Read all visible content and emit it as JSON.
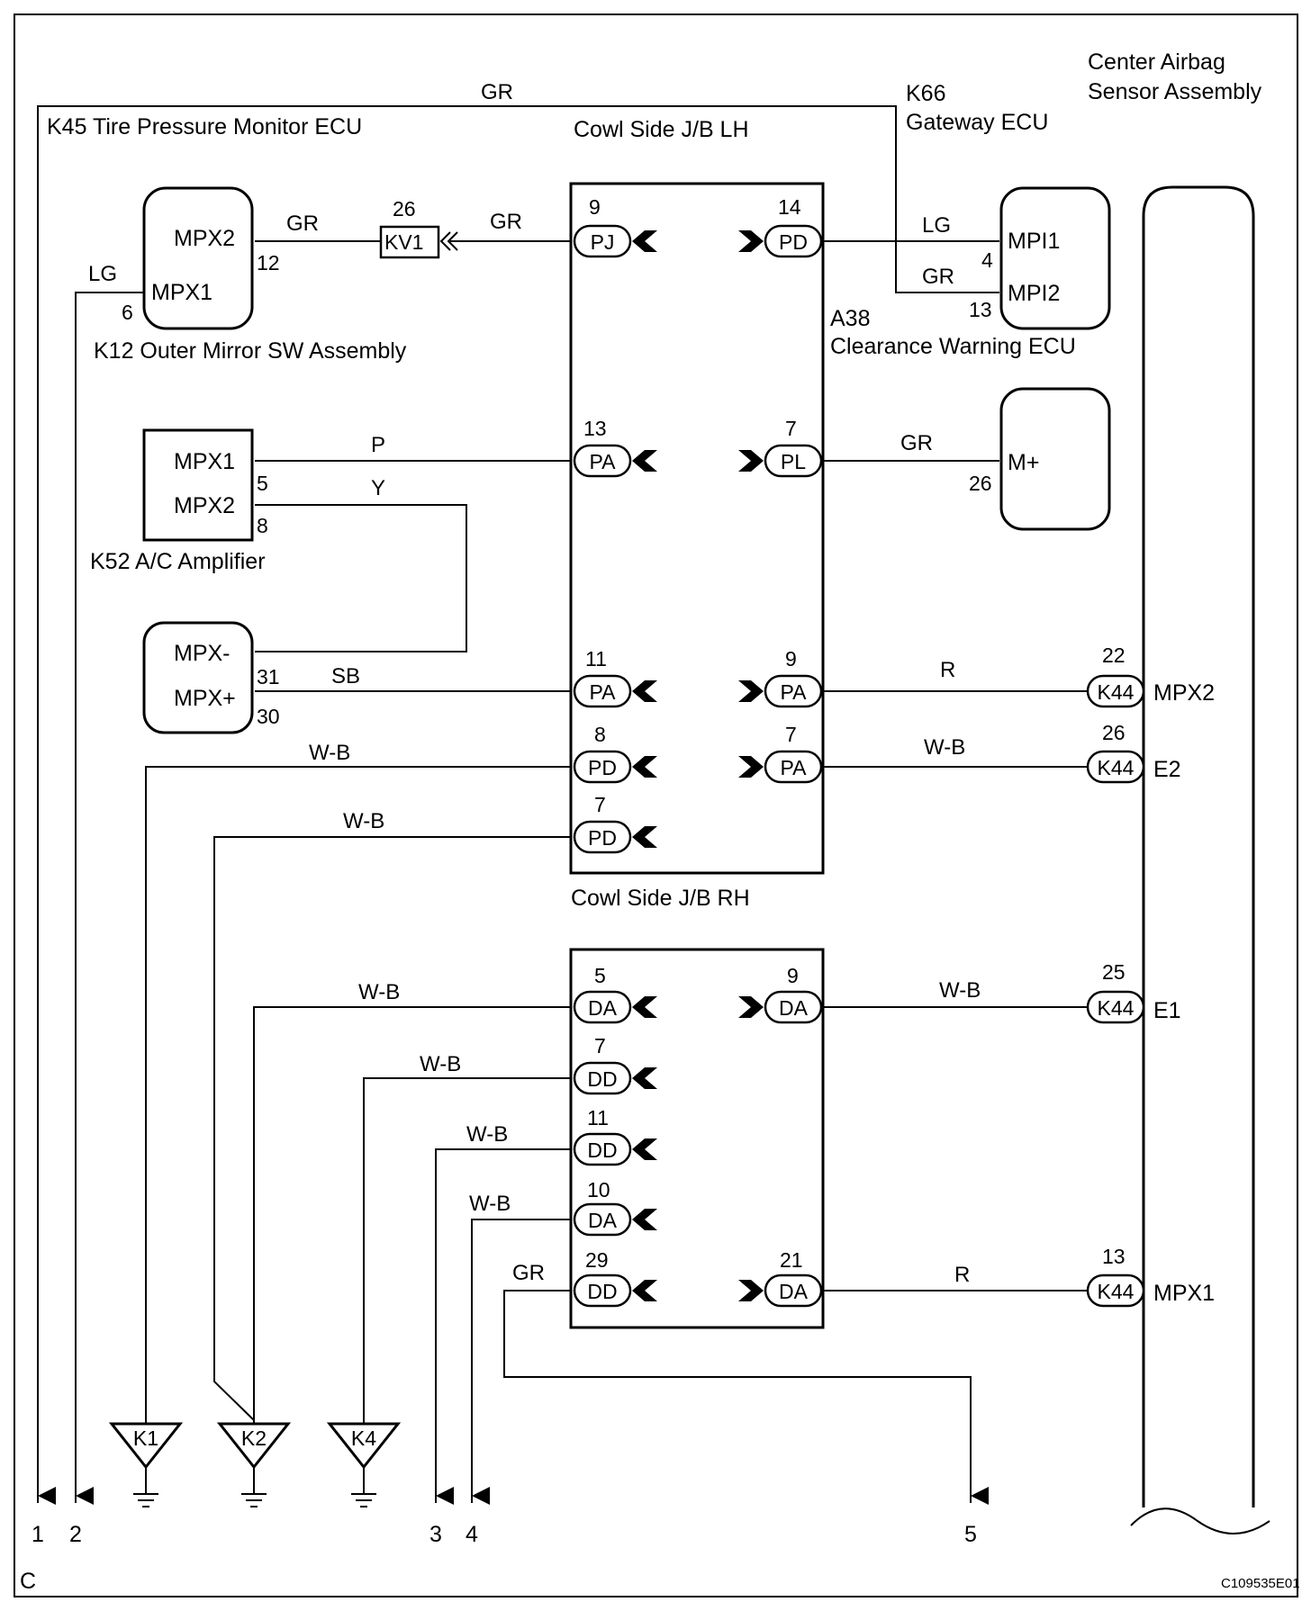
{
  "components": {
    "k45": "K45 Tire Pressure Monitor ECU",
    "cowl_lh": "Cowl Side J/B LH",
    "k66_code": "K66",
    "k66_name": "Gateway ECU",
    "center_airbag_1": "Center Airbag",
    "center_airbag_2": "Sensor Assembly",
    "k12": "K12 Outer Mirror SW Assembly",
    "a38_code": "A38",
    "a38_name": "Clearance Warning ECU",
    "k52": "K52 A/C Amplifier",
    "cowl_rh": "Cowl Side J/B RH"
  },
  "terminals": {
    "k12_mpx2": "MPX2",
    "k12_mpx1": "MPX1",
    "k66_mpi1": "MPI1",
    "k66_mpi2": "MPI2",
    "a38_mplus": "M+",
    "k52_mpx1": "MPX1",
    "k52_mpx2": "MPX2",
    "k45_mpxm": "MPX-",
    "k45_mpxp": "MPX+",
    "cab_mpx2": "MPX2",
    "cab_e2": "E2",
    "cab_e1": "E1",
    "cab_mpx1": "MPX1"
  },
  "pins": {
    "k12_12": "12",
    "k12_6": "6",
    "kv1_26": "26",
    "k66_4": "4",
    "k66_13": "13",
    "a38_26": "26",
    "k52_5": "5",
    "k52_8": "8",
    "k45_31": "31",
    "k45_30": "30",
    "k44_22": "22",
    "k44_26": "26",
    "k44_25": "25",
    "k44_13": "13",
    "lh_pj9": "9",
    "lh_pd14": "14",
    "lh_pa13": "13",
    "lh_pl7": "7",
    "lh_pa11": "11",
    "lh_pa9": "9",
    "lh_pd8": "8",
    "lh_pa7": "7",
    "lh_pd7": "7",
    "rh_da5": "5",
    "rh_da9": "9",
    "rh_dd7": "7",
    "rh_dd11": "11",
    "rh_da10": "10",
    "rh_dd29": "29",
    "rh_da21": "21"
  },
  "connectors": {
    "kv1": "KV1",
    "pj": "PJ",
    "pd": "PD",
    "pa": "PA",
    "pl": "PL",
    "da": "DA",
    "dd": "DD",
    "k44": "K44"
  },
  "wires": {
    "gr": "GR",
    "lg": "LG",
    "p": "P",
    "y": "Y",
    "sb": "SB",
    "r": "R",
    "wb": "W-B"
  },
  "grounds": {
    "k1": "K1",
    "k2": "K2",
    "k4": "K4"
  },
  "outputs": {
    "o1": "1",
    "o2": "2",
    "o3": "3",
    "o4": "4",
    "o5": "5"
  },
  "corner_letter": "C",
  "figure_code": "C109535E01"
}
